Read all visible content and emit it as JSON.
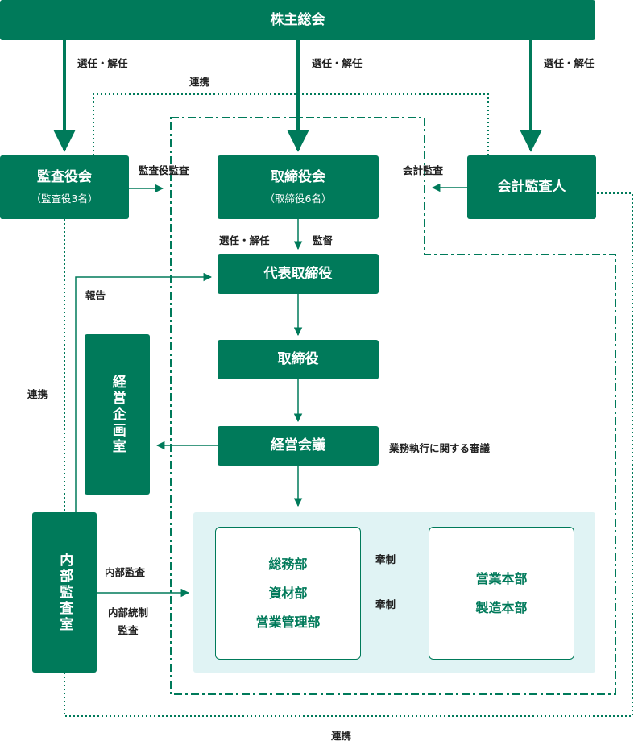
{
  "colors": {
    "primary": "#007a5a",
    "area_bg": "#e0f3f4"
  },
  "nodes": {
    "shareholders": "株主総会",
    "auditors": "監査役会",
    "auditors_sub": "（監査役3名）",
    "board": "取締役会",
    "board_sub": "（取締役6名）",
    "accounting_auditor": "会計監査人",
    "representative": "代表取締役",
    "directors": "取締役",
    "management_meeting": "経営会議",
    "planning_office": "経営企画室",
    "internal_audit": "内部監査室"
  },
  "departments": {
    "left": [
      "総務部",
      "資材部",
      "営業管理部"
    ],
    "right": [
      "営業本部",
      "製造本部"
    ]
  },
  "labels": {
    "elect_dismiss_1": "選任・解任",
    "elect_dismiss_2": "選任・解任",
    "elect_dismiss_3": "選任・解任",
    "elect_dismiss_4": "選任・解任",
    "cooperation_top": "連携",
    "cooperation_left": "連携",
    "cooperation_bottom": "連携",
    "auditor_audit": "監査役監査",
    "accounting_audit": "会計監査",
    "supervision": "監督",
    "report": "報告",
    "deliberation": "業務執行に関する審議",
    "internal_audit_label": "内部監査",
    "internal_control_audit_1": "内部統制",
    "internal_control_audit_2": "監査",
    "check_1": "牽制",
    "check_2": "牽制"
  }
}
